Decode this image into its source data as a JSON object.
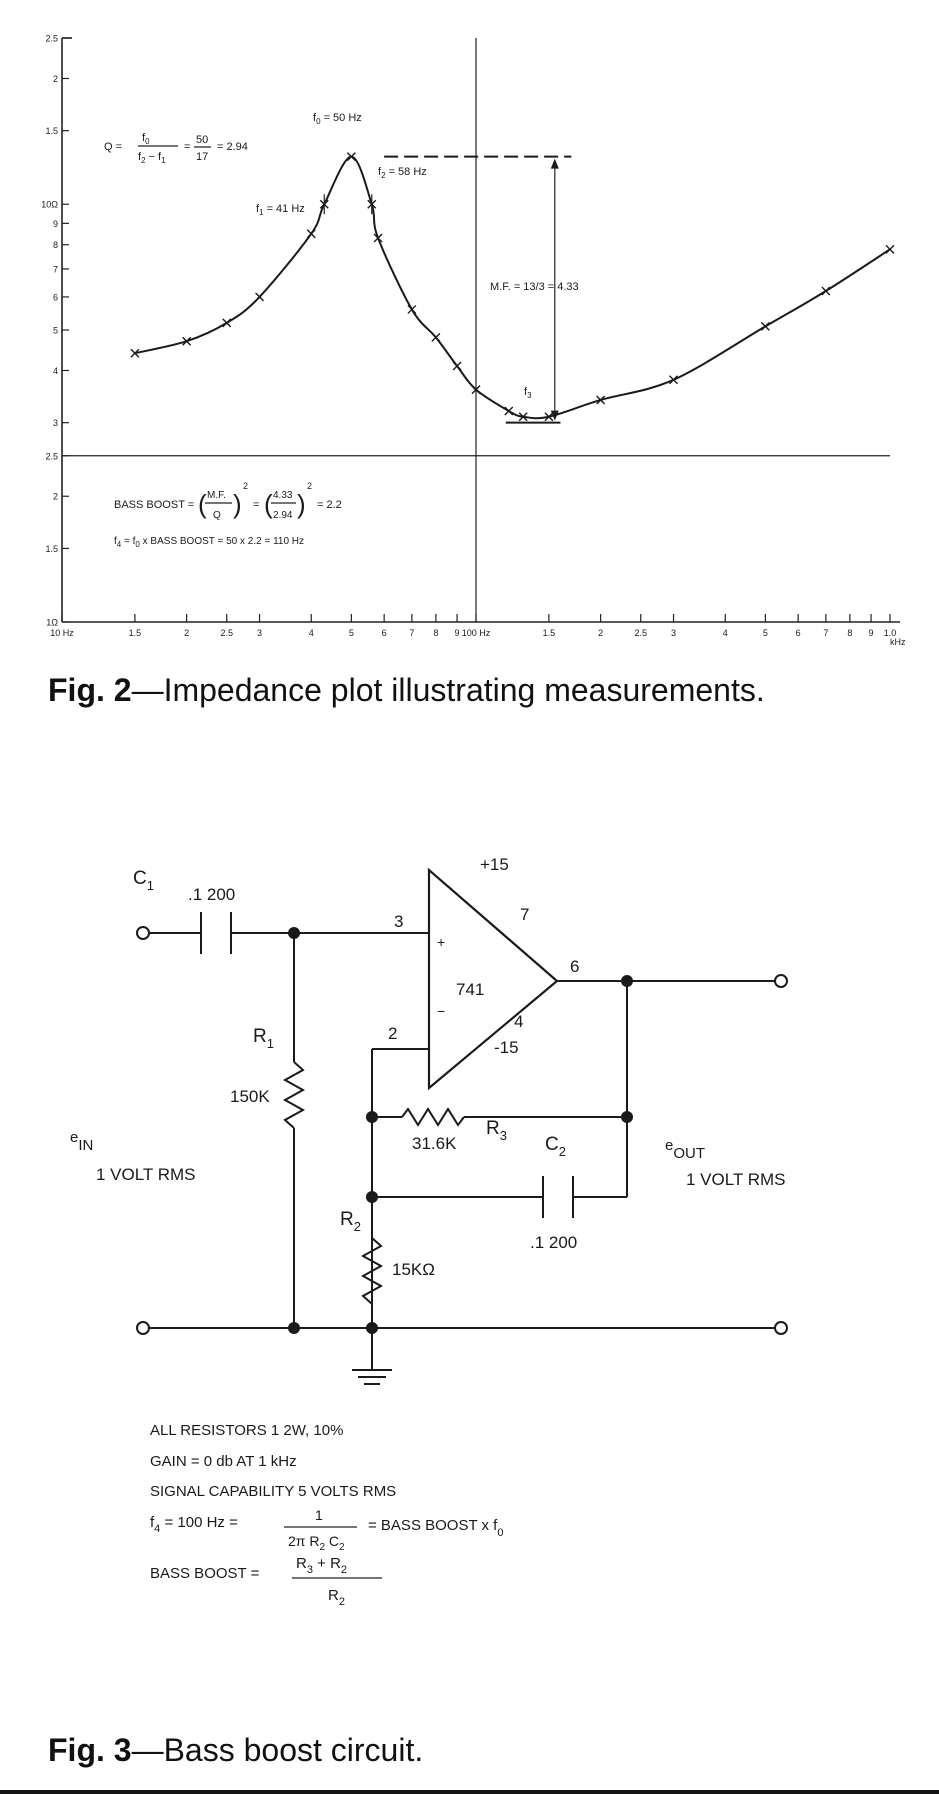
{
  "fig2": {
    "caption_num": "Fig. 2",
    "caption_text": "—Impedance plot illustrating measurements.",
    "chart_data": {
      "type": "line",
      "x_scale": "log",
      "y_scale": "log",
      "xlim": [
        10,
        1000
      ],
      "ylim": [
        1,
        25
      ],
      "x_tick_labels": [
        {
          "v": 10,
          "t": "10 Hz"
        },
        {
          "v": 15,
          "t": "1.5"
        },
        {
          "v": 20,
          "t": "2"
        },
        {
          "v": 25,
          "t": "2.5"
        },
        {
          "v": 30,
          "t": "3"
        },
        {
          "v": 40,
          "t": "4"
        },
        {
          "v": 50,
          "t": "5"
        },
        {
          "v": 60,
          "t": "6"
        },
        {
          "v": 70,
          "t": "7"
        },
        {
          "v": 80,
          "t": "8"
        },
        {
          "v": 90,
          "t": "9"
        },
        {
          "v": 100,
          "t": "100 Hz"
        },
        {
          "v": 150,
          "t": "1.5"
        },
        {
          "v": 200,
          "t": "2"
        },
        {
          "v": 250,
          "t": "2.5"
        },
        {
          "v": 300,
          "t": "3"
        },
        {
          "v": 400,
          "t": "4"
        },
        {
          "v": 500,
          "t": "5"
        },
        {
          "v": 600,
          "t": "6"
        },
        {
          "v": 700,
          "t": "7"
        },
        {
          "v": 800,
          "t": "8"
        },
        {
          "v": 900,
          "t": "9"
        },
        {
          "v": 1000,
          "t": "1.0"
        }
      ],
      "x_unit_label": "kHz",
      "y_tick_labels": [
        {
          "v": 1,
          "t": "1Ω"
        },
        {
          "v": 1.5,
          "t": "1.5"
        },
        {
          "v": 2,
          "t": "2"
        },
        {
          "v": 2.5,
          "t": "2.5"
        },
        {
          "v": 3,
          "t": "3"
        },
        {
          "v": 4,
          "t": "4"
        },
        {
          "v": 5,
          "t": "5"
        },
        {
          "v": 6,
          "t": "6"
        },
        {
          "v": 7,
          "t": "7"
        },
        {
          "v": 8,
          "t": "8"
        },
        {
          "v": 9,
          "t": "9"
        },
        {
          "v": 10,
          "t": "10Ω"
        },
        {
          "v": 15,
          "t": "1.5"
        },
        {
          "v": 20,
          "t": "2"
        },
        {
          "v": 25,
          "t": "2.5"
        }
      ],
      "series": [
        {
          "points": [
            [
              15,
              4.4
            ],
            [
              20,
              4.7
            ],
            [
              25,
              5.2
            ],
            [
              30,
              6.0
            ],
            [
              40,
              8.5
            ],
            [
              43,
              10.0
            ],
            [
              50,
              13.0
            ],
            [
              56,
              10.0
            ],
            [
              58,
              8.3
            ],
            [
              70,
              5.6
            ],
            [
              80,
              4.8
            ],
            [
              90,
              4.1
            ],
            [
              100,
              3.6
            ],
            [
              120,
              3.2
            ],
            [
              130,
              3.1
            ],
            [
              150,
              3.1
            ],
            [
              200,
              3.4
            ],
            [
              300,
              3.8
            ],
            [
              500,
              5.1
            ],
            [
              700,
              6.2
            ],
            [
              1000,
              7.8
            ]
          ]
        }
      ],
      "crosshair": {
        "x": 100,
        "y": 2.5
      },
      "peak_level": 13,
      "min_point": [
        130,
        3.0
      ],
      "annotations": {
        "q_prefix": "Q =",
        "q_f0": "f",
        "q_f0_sub": "0",
        "q_den": "f",
        "q_den_sub2": "2",
        "q_den_mid": " − f",
        "q_den_sub1": "1",
        "q_eq1": "=",
        "q_num": "50",
        "q_den_val": "17",
        "q_result": "= 2.94",
        "f0_label": "f",
        "f0_sub": "0",
        "f0_value": " = 50 Hz",
        "f1_label": "f",
        "f1_sub": "1",
        "f1_value": " = 41 Hz",
        "f2_label": "f",
        "f2_sub": "2",
        "f2_value": " = 58 Hz",
        "f3_label": "f",
        "f3_sub": "3",
        "mf_text": "M.F. = 13/3 = 4.33",
        "bb_prefix": "BASS BOOST =",
        "bb_mf": "M.F.",
        "bb_q": "Q",
        "bb_eq": "=",
        "bb_num": "4.33",
        "bb_den": "2.94",
        "bb_sq": "2",
        "bb_result": "= 2.2",
        "f4_label": "f",
        "f4_sub": "4",
        "f4_text": " = f",
        "f4_sub0": "0",
        "f4_rest": " x BASS BOOST = 50 x 2.2 = 110 Hz"
      }
    }
  },
  "fig3": {
    "caption_num": "Fig. 3",
    "caption_text": "—Bass boost circuit.",
    "circuit": {
      "c1_name": "C",
      "c1_sub": "1",
      "c1_value": ".1 200",
      "supply_pos": "+15",
      "supply_neg": "-15",
      "pin3": "3",
      "pin2": "2",
      "pin7": "7",
      "pin6": "6",
      "pin4": "4",
      "opamp": "741",
      "plus": "+",
      "minus": "−",
      "r1_name": "R",
      "r1_sub": "1",
      "r1_value": "150K",
      "r3_name": "R",
      "r3_sub": "3",
      "r3_value": "31.6K",
      "c2_name": "C",
      "c2_sub": "2",
      "c2_value": ".1 200",
      "r2_name": "R",
      "r2_sub": "2",
      "r2_value": "15KΩ",
      "ein_e": "e",
      "ein_sub": "IN",
      "ein_value": "1 VOLT RMS",
      "eout_e": "e",
      "eout_sub": "OUT",
      "eout_value": "1 VOLT RMS"
    },
    "notes": {
      "line1": "ALL RESISTORS 1 2W, 10%",
      "line2": "GAIN = 0 db AT 1 kHz",
      "line3": "SIGNAL CAPABILITY    5 VOLTS RMS",
      "f4_f": "f",
      "f4_sub": "4",
      "f4_eq": " = 100 Hz =",
      "frac_num": "1",
      "frac_den": "2π R",
      "frac_den_sub2": "2",
      "frac_den_c": " C",
      "frac_den_sub_c": "2",
      "f4_tail": "= BASS BOOST x f",
      "f4_tail_sub": "0",
      "bb_label": "BASS BOOST =",
      "bb_num_r3": "R",
      "bb_num_sub3": "3",
      "bb_num_plus": " + R",
      "bb_num_sub2": "2",
      "bb_den_r": "R",
      "bb_den_sub": "2"
    }
  }
}
